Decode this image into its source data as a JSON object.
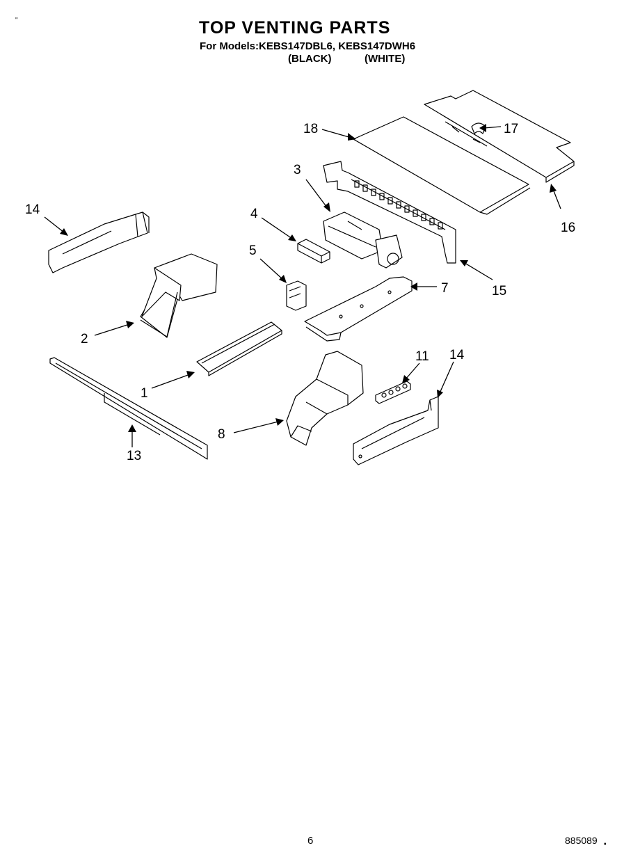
{
  "header": {
    "title": "TOP VENTING PARTS",
    "models_line": "For Models:KEBS147DBL6, KEBS147DWH6",
    "variant_black": "(BLACK)",
    "variant_white": "(WHITE)"
  },
  "callouts": {
    "c1": "1",
    "c2": "2",
    "c3": "3",
    "c4": "4",
    "c5": "5",
    "c7": "7",
    "c8": "8",
    "c11": "11",
    "c13": "13",
    "c14a": "14",
    "c14b": "14",
    "c15": "15",
    "c16": "16",
    "c17": "17",
    "c18": "18"
  },
  "footer": {
    "page_number": "6",
    "doc_code": "885089"
  }
}
